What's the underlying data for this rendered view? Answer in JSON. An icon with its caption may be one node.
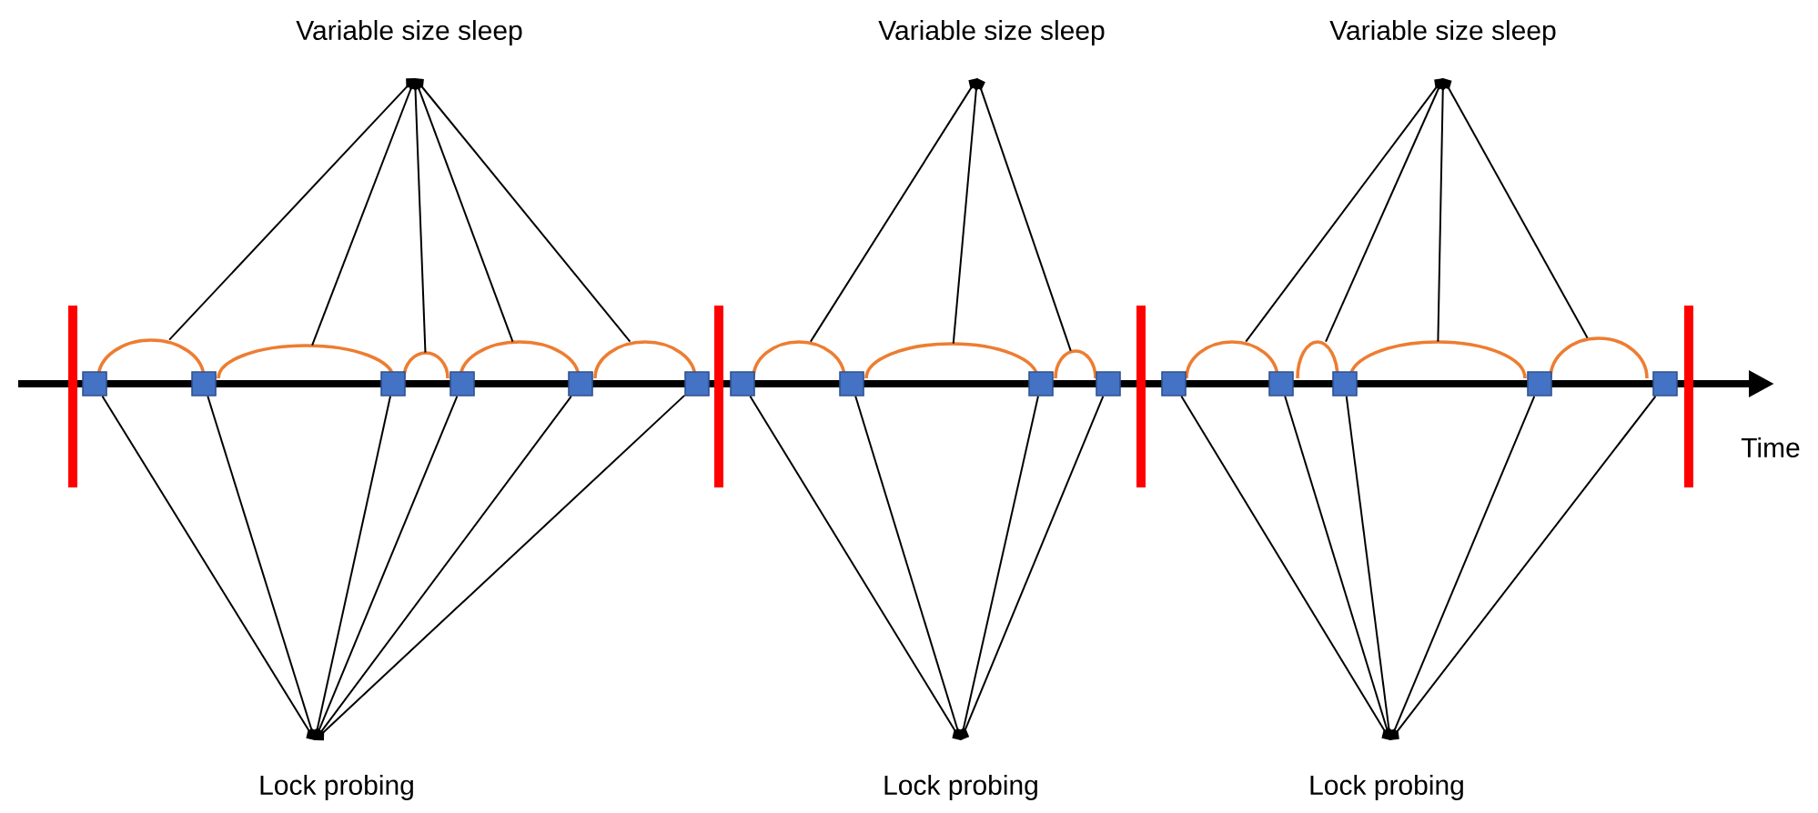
{
  "diagram": {
    "nodes": [
      {
        "text": [
          "Variable size sleep"
        ]
      },
      {
        "text": [
          "Variable size sleep"
        ]
      },
      {
        "text": [
          "Variable size sleep"
        ]
      },
      {
        "text": [],
        "shape": "arc"
      },
      {
        "text": [],
        "shape": "arc"
      },
      {
        "text": [],
        "shape": "arc"
      },
      {
        "text": [],
        "shape": "arc"
      },
      {
        "text": [],
        "shape": "arc"
      },
      {
        "text": [],
        "shape": "arc"
      },
      {
        "text": [],
        "shape": "arc"
      },
      {
        "text": [],
        "shape": "arc"
      },
      {
        "text": [],
        "shape": "arc"
      },
      {
        "text": [],
        "shape": "arc"
      },
      {
        "text": [],
        "shape": "arc"
      },
      {
        "text": [],
        "shape": "arc"
      },
      {
        "text": [],
        "shape": "box"
      },
      {
        "text": [],
        "shape": "box"
      },
      {
        "text": [],
        "shape": "box"
      },
      {
        "text": [],
        "shape": "box"
      },
      {
        "text": [],
        "shape": "box"
      },
      {
        "text": [],
        "shape": "box"
      },
      {
        "text": [],
        "shape": "box"
      },
      {
        "text": [],
        "shape": "box"
      },
      {
        "text": [],
        "shape": "box"
      },
      {
        "text": [],
        "shape": "box"
      },
      {
        "text": [],
        "shape": "box"
      },
      {
        "text": [],
        "shape": "box"
      },
      {
        "text": [],
        "shape": "box"
      },
      {
        "text": [],
        "shape": "box"
      },
      {
        "text": [],
        "shape": "box"
      },
      {
        "text": [
          "Lock probing"
        ]
      },
      {
        "text": [
          "Lock probing"
        ]
      },
      {
        "text": [
          "Lock probing"
        ]
      }
    ],
    "edges": [
      {
        "from": 0,
        "to": 3,
        "arrow": "other"
      },
      {
        "from": 0,
        "to": 4,
        "arrow": "other"
      },
      {
        "from": 0,
        "to": 5,
        "arrow": "other"
      },
      {
        "from": 0,
        "to": 6,
        "arrow": "other"
      },
      {
        "from": 0,
        "to": 7,
        "arrow": "other"
      },
      {
        "from": 1,
        "to": 8,
        "arrow": "other"
      },
      {
        "from": 1,
        "to": 9,
        "arrow": "other"
      },
      {
        "from": 1,
        "to": 10,
        "arrow": "other"
      },
      {
        "from": 2,
        "to": 11,
        "arrow": "other"
      },
      {
        "from": 2,
        "to": 12,
        "arrow": "other"
      },
      {
        "from": 2,
        "to": 13,
        "arrow": "other"
      },
      {
        "from": 2,
        "to": 14,
        "arrow": "other"
      },
      {
        "from": 30,
        "to": 15,
        "arrow": "other"
      },
      {
        "from": 30,
        "to": 16,
        "arrow": "other"
      },
      {
        "from": 30,
        "to": 17,
        "arrow": "other"
      },
      {
        "from": 30,
        "to": 18,
        "arrow": "other"
      },
      {
        "from": 30,
        "to": 19,
        "arrow": "other"
      },
      {
        "from": 30,
        "to": 20,
        "arrow": "other"
      },
      {
        "from": 31,
        "to": 21,
        "arrow": "other"
      },
      {
        "from": 31,
        "to": 22,
        "arrow": "other"
      },
      {
        "from": 31,
        "to": 23,
        "arrow": "other"
      },
      {
        "from": 31,
        "to": 24,
        "arrow": "other"
      },
      {
        "from": 32,
        "to": 25,
        "arrow": "other"
      },
      {
        "from": 32,
        "to": 26,
        "arrow": "other"
      },
      {
        "from": 32,
        "to": 27,
        "arrow": "other"
      },
      {
        "from": 32,
        "to": 28,
        "arrow": "other"
      },
      {
        "from": 32,
        "to": 29,
        "arrow": "other"
      }
    ],
    "labels": [
      "Time"
    ]
  }
}
